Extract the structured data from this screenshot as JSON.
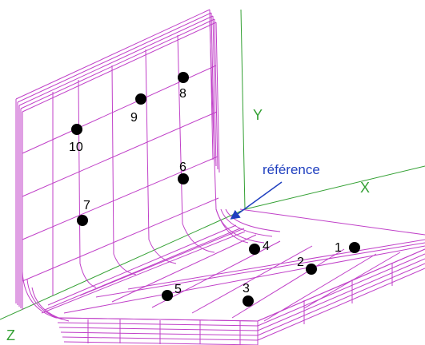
{
  "axes": {
    "x_label": "X",
    "y_label": "Y",
    "z_label": "Z",
    "color": "#33a033"
  },
  "reference": {
    "label": "référence",
    "color": "#1f3fbf"
  },
  "points": [
    {
      "id": "point-1",
      "label": "1"
    },
    {
      "id": "point-2",
      "label": "2"
    },
    {
      "id": "point-3",
      "label": "3"
    },
    {
      "id": "point-4",
      "label": "4"
    },
    {
      "id": "point-5",
      "label": "5"
    },
    {
      "id": "point-6",
      "label": "6"
    },
    {
      "id": "point-7",
      "label": "7"
    },
    {
      "id": "point-8",
      "label": "8"
    },
    {
      "id": "point-9",
      "label": "9"
    },
    {
      "id": "point-10",
      "label": "10"
    }
  ],
  "colors": {
    "mesh": "#c040c8",
    "points": "#000000",
    "background": "#ffffff"
  }
}
